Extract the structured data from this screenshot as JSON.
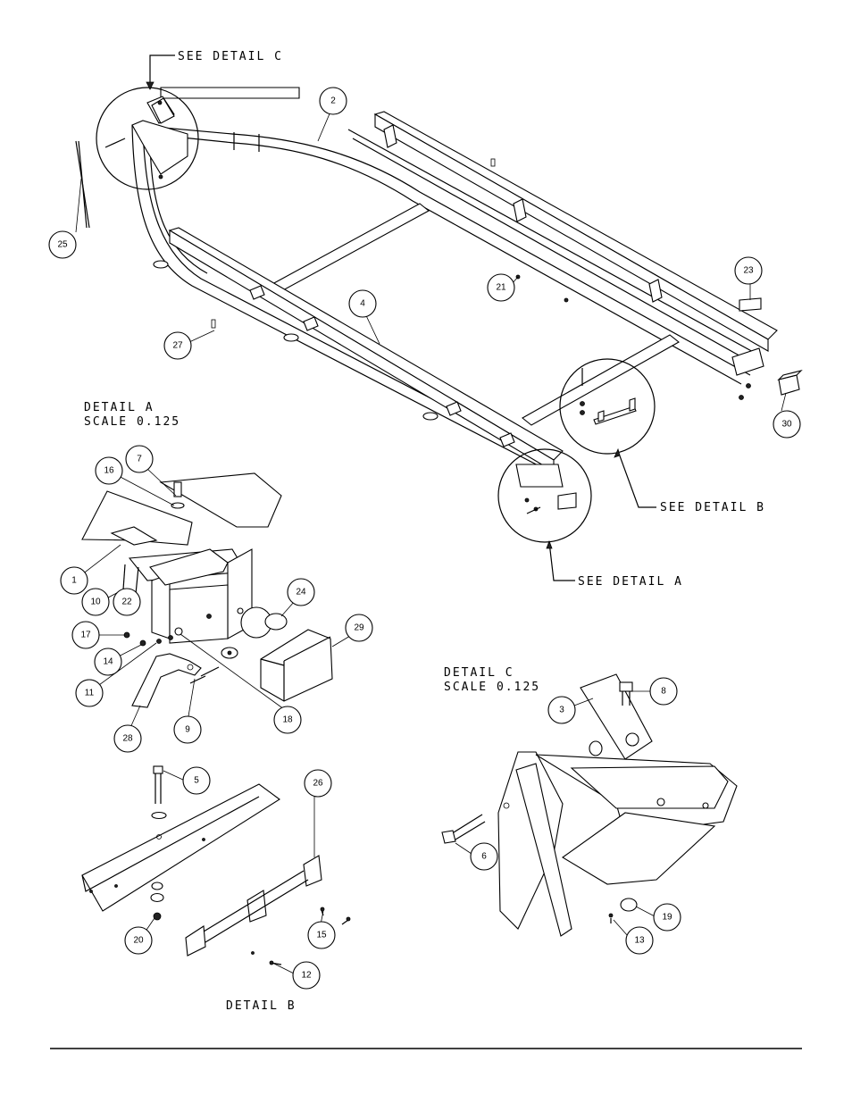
{
  "callouts": {
    "see_detail_c": "SEE DETAIL C",
    "see_detail_b": "SEE DETAIL B",
    "see_detail_a": "SEE DETAIL A"
  },
  "detail_a": {
    "title": "DETAIL A",
    "scale": "SCALE 0.125"
  },
  "detail_b": {
    "title": "DETAIL B"
  },
  "detail_c": {
    "title": "DETAIL C",
    "scale": "SCALE 0.125"
  },
  "balloons": {
    "b1": "1",
    "b2": "2",
    "b3": "3",
    "b4": "4",
    "b5": "5",
    "b6": "6",
    "b7": "7",
    "b8": "8",
    "b9": "9",
    "b10": "10",
    "b11": "11",
    "b12": "12",
    "b13": "13",
    "b14": "14",
    "b15": "15",
    "b16": "16",
    "b17": "17",
    "b18": "18",
    "b19": "19",
    "b20": "20",
    "b21": "21",
    "b22": "22",
    "b23": "23",
    "b24": "24",
    "b25": "25",
    "b26": "26",
    "b27": "27",
    "b28": "28",
    "b29": "29",
    "b30": "30"
  }
}
